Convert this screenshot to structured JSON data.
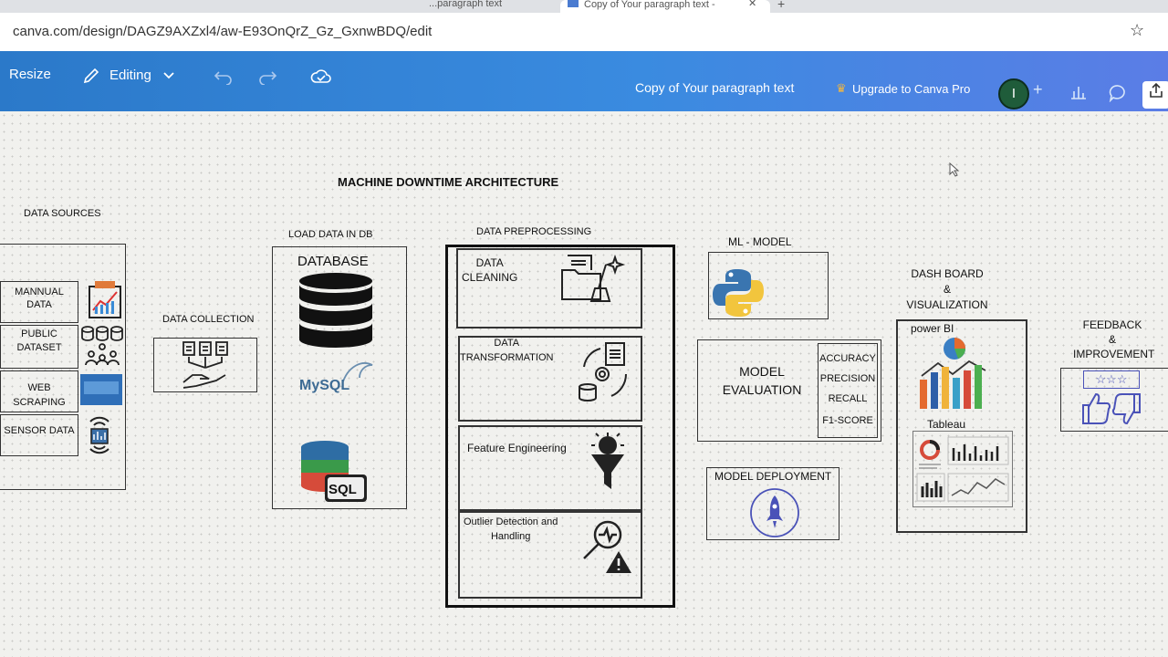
{
  "browser": {
    "tabs": [
      {
        "title": "...paragraph text"
      },
      {
        "title": "Copy of Your paragraph text - "
      }
    ],
    "close_glyph": "✕",
    "new_tab_glyph": "+",
    "url": "canva.com/design/DAGZ9AXZxl4/aw-E93OnQrZ_Gz_GxnwBDQ/edit",
    "star_icon": "☆"
  },
  "toolbar": {
    "resize_label": "Resize",
    "editing_label": "Editing",
    "doc_title": "Copy of Your paragraph text",
    "upgrade_label": "Upgrade to Canva Pro",
    "avatar_initial": "I",
    "plus_icon": "+"
  },
  "diagram": {
    "title": "MACHINE DOWNTIME ARCHITECTURE",
    "data_sources": {
      "heading": "DATA SOURCES",
      "items": [
        {
          "label": "MANNUAL\nDATA"
        },
        {
          "label": "PUBLIC\nDATASET"
        },
        {
          "label": "WEB\nSCRAPING"
        },
        {
          "label": "SENSOR DATA"
        }
      ]
    },
    "data_collection": {
      "heading": "DATA COLLECTION"
    },
    "load_data": {
      "heading": "LOAD DATA IN DB",
      "box_title": "DATABASE",
      "mysql_label": "MySQL",
      "sql_label": "SQL"
    },
    "preprocessing": {
      "heading": "DATA PREPROCESSING",
      "steps": [
        {
          "label": "DATA\nCLEANING"
        },
        {
          "label": "DATA\nTRANSFORMATION"
        },
        {
          "label": "Feature Engineering"
        },
        {
          "label": "Outlier Detection and\nHandling"
        }
      ]
    },
    "ml_model": {
      "heading": "ML  - MODEL"
    },
    "evaluation": {
      "label": "MODEL\nEVALUATION",
      "metrics": [
        "ACCURACY",
        "PRECISION",
        "RECALL",
        "F1-SCORE"
      ]
    },
    "deployment": {
      "label": "MODEL DEPLOYMENT"
    },
    "dashboard": {
      "heading": "DASH BOARD\n&\nVISUALIZATION",
      "powerbi_label": "power BI",
      "tableau_label": "Tableau"
    },
    "feedback": {
      "heading": "FEEDBACK\n&\nIMPROVEMENT",
      "stars": "☆☆☆"
    }
  }
}
